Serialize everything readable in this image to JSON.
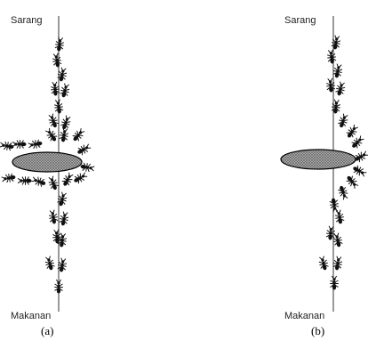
{
  "panels": [
    {
      "id": "a",
      "top_label": "Sarang",
      "bottom_label": "Makanan",
      "caption": "(a)"
    },
    {
      "id": "b",
      "top_label": "Sarang",
      "bottom_label": "Makanan",
      "caption": "(b)"
    }
  ],
  "colors": {
    "ink": "#111111",
    "line": "#333333",
    "obstacle_fill": "#9a9a9a",
    "obstacle_stroke": "#000000"
  }
}
